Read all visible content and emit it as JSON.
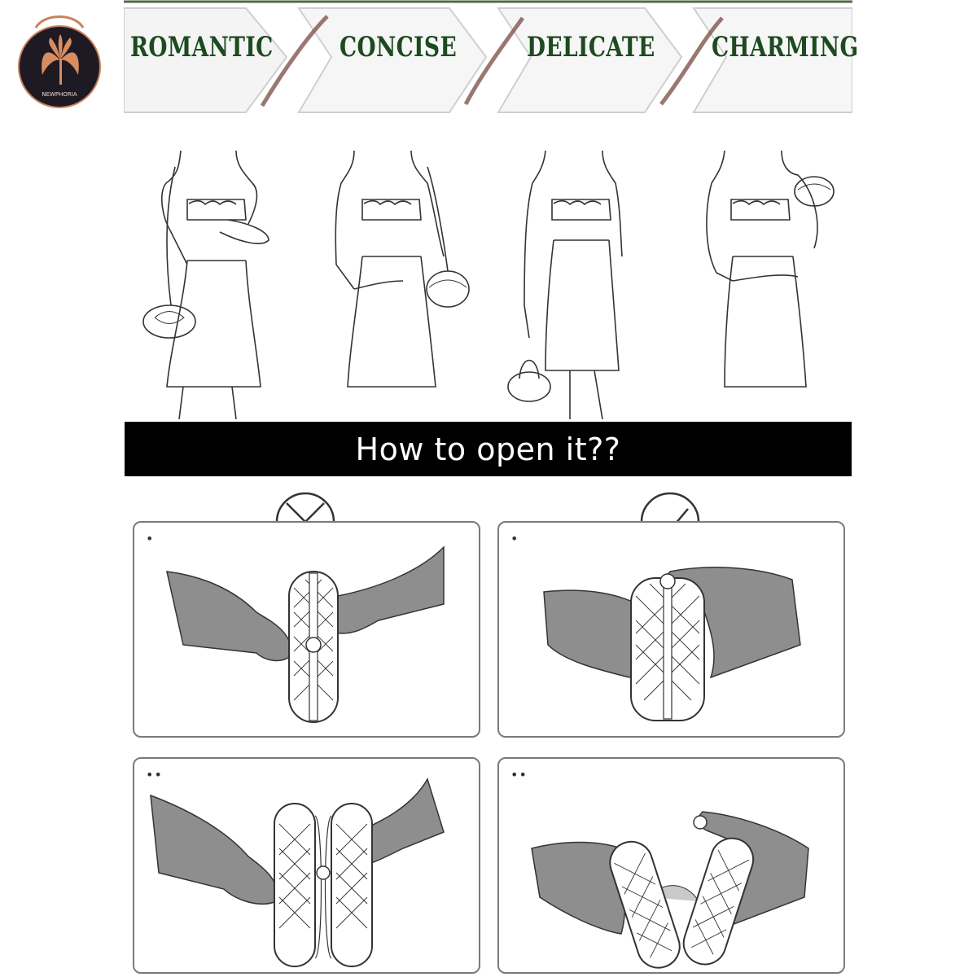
{
  "brand": {
    "logo_text": "NEWPHORIA"
  },
  "ribbon": {
    "words": [
      "ROMANTIC",
      "CONCISE",
      "DELICATE",
      "CHARMING"
    ]
  },
  "instructions": {
    "title": "How to open it??",
    "wrong_label": "",
    "right_label": "",
    "steps": [
      {
        "marker": "•"
      },
      {
        "marker": "•"
      },
      {
        "marker": "••"
      },
      {
        "marker": "••"
      }
    ]
  },
  "colors": {
    "ribbon_text": "#1d4a1f",
    "bar_bg": "#000000",
    "bar_text": "#ffffff",
    "hand_fill": "#8e8e8e",
    "logo_bg": "#1e1a24",
    "logo_accent": "#d98c5f"
  },
  "icons": [
    "wrong-x-icon",
    "right-check-icon"
  ]
}
